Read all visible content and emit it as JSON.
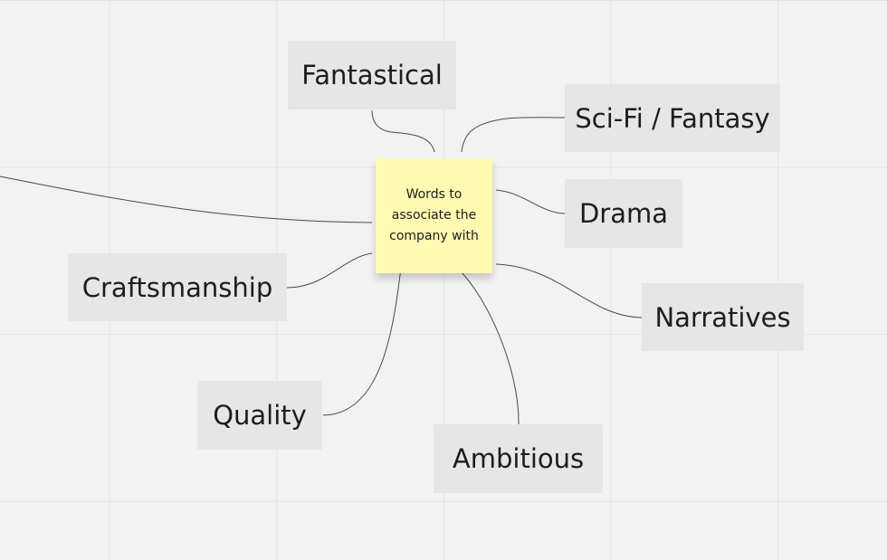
{
  "board": {
    "background_color": "#f2f2f2",
    "grid_color": "#e3e3e3"
  },
  "center_note": {
    "text": "Words to associate the company with",
    "color": "#fff9b1"
  },
  "words": {
    "fantastical": "Fantastical",
    "scifi_fantasy": "Sci-Fi / Fantasy",
    "drama": "Drama",
    "narratives": "Narratives",
    "ambitious": "Ambitious",
    "quality": "Quality",
    "craftsmanship": "Craftsmanship"
  },
  "node_color": "#e6e6e6",
  "connector_color": "#4a4a4a"
}
